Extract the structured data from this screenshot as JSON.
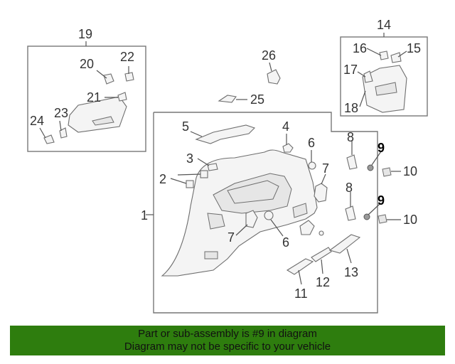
{
  "callouts": {
    "c1": "1",
    "c2": "2",
    "c3": "3",
    "c4": "4",
    "c5": "5",
    "c6a": "6",
    "c6b": "6",
    "c7a": "7",
    "c7b": "7",
    "c8a": "8",
    "c8b": "8",
    "c9a": "9",
    "c9b": "9",
    "c10a": "10",
    "c10b": "10",
    "c11": "11",
    "c12": "12",
    "c13": "13",
    "c14": "14",
    "c15": "15",
    "c16": "16",
    "c17": "17",
    "c18": "18",
    "c19": "19",
    "c20": "20",
    "c21": "21",
    "c22": "22",
    "c23": "23",
    "c24": "24",
    "c25": "25",
    "c26": "26"
  },
  "highlighted_part": "9",
  "colors": {
    "banner": "#2e7d0e",
    "highlight": "#000000",
    "lines": "#777777"
  },
  "banner": {
    "line1": "Part or sub-assembly is #9 in diagram",
    "line2": "Diagram may not be specific to your vehicle"
  }
}
